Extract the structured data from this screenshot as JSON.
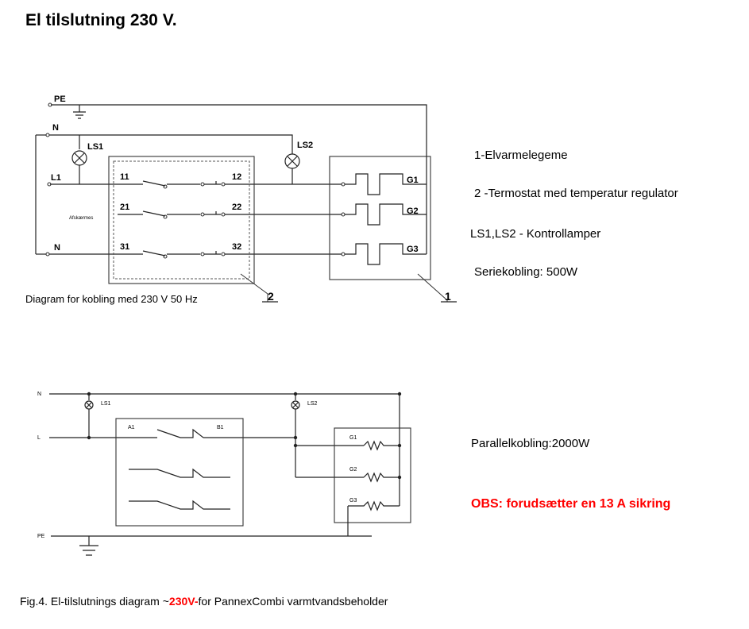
{
  "title": "El tilslutning 230 V.",
  "series_diagram": {
    "caption": "Diagram for kobling med 230 V  50 Hz",
    "terminals": {
      "pe": "PE",
      "n_top": "N",
      "l1": "L1",
      "n_bottom": "N",
      "ls1": "LS1",
      "ls2": "LS2",
      "c11": "11",
      "c12": "12",
      "c21": "21",
      "c22": "22",
      "c31": "31",
      "c32": "32",
      "g1": "G1",
      "g2": "G2",
      "g3": "G3",
      "afskaermes": "Afskærmes"
    },
    "callouts": {
      "one": "1",
      "two": "2"
    }
  },
  "legend": {
    "item1": "1-Elvarmelegeme",
    "item2": "2 -Termostat med temperatur regulator",
    "item3": "LS1,LS2 - Kontrollamper",
    "item4": "Seriekobling: 500W"
  },
  "parallel_diagram": {
    "terminals": {
      "n": "N",
      "l": "L",
      "pe": "PE",
      "ls1": "LS1",
      "ls2": "LS2",
      "a1": "A1",
      "b1": "B1",
      "g1": "G1",
      "g2": "G2",
      "g3": "G3"
    },
    "label": "Parallelkobling:2000W",
    "warning": "OBS: forudsætter en 13 A sikring"
  },
  "figure_caption": {
    "prefix": "Fig.4.   El-tilslutnings diagram ~",
    "highlight": "230V-",
    "suffix": "for PannexCombi varmtvandsbeholder"
  },
  "colors": {
    "warning": "#ff0000",
    "line": "#222222"
  }
}
